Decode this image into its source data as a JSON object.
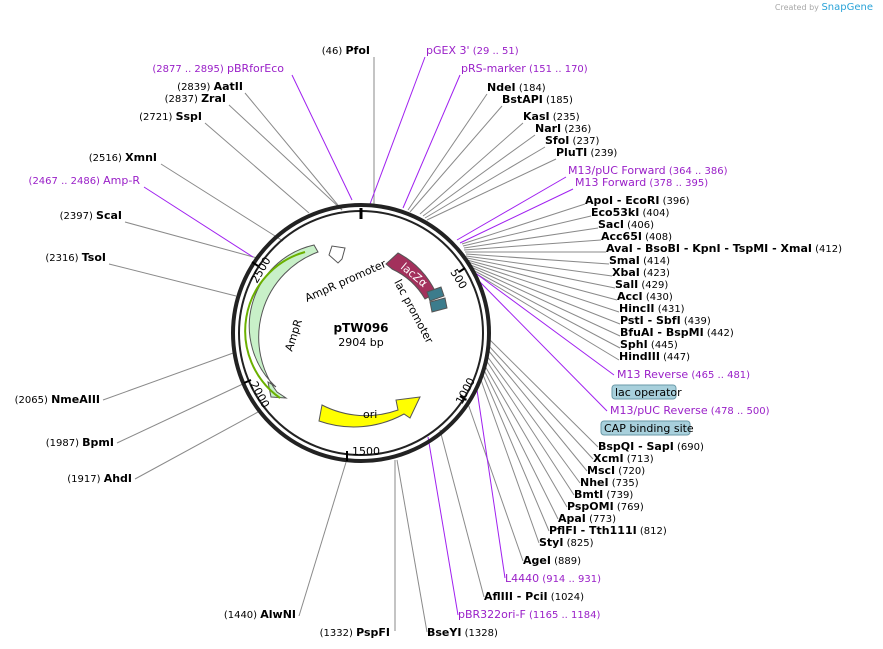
{
  "credit": {
    "prefix": "Created by",
    "brand": "SnapGene"
  },
  "plasmid": {
    "name": "pTW096",
    "length_label": "2904 bp"
  },
  "ticks": [
    "500",
    "1000",
    "1500",
    "2000",
    "2500"
  ],
  "features": [
    {
      "id": "lacza",
      "label": "lacZα",
      "color": "#a3315c"
    },
    {
      "id": "lacpromoter",
      "label": "lac promoter",
      "color": "#ffffff"
    },
    {
      "id": "ampr",
      "label": "AmpR",
      "color": "#c8f0c8"
    },
    {
      "id": "amprpromoter",
      "label": "AmpR promoter",
      "color": "#ffffff"
    },
    {
      "id": "ori",
      "label": "ori",
      "color": "#ffff00"
    }
  ],
  "boxed_labels": [
    {
      "id": "lac-operator",
      "text": "lac operator",
      "bg": "#a8d0dc"
    },
    {
      "id": "cap-binding-site",
      "text": "CAP binding site",
      "bg": "#a8d0dc"
    }
  ],
  "labels_left": [
    {
      "pos": "(46)",
      "name": "PfoI"
    },
    {
      "pos": "(2839)",
      "name": "AatII"
    },
    {
      "pos": "(2837)",
      "name": "ZraI"
    },
    {
      "pos": "(2721)",
      "name": "SspI"
    },
    {
      "pos": "(2516)",
      "name": "XmnI"
    },
    {
      "pos": "(2397)",
      "name": "ScaI"
    },
    {
      "pos": "(2316)",
      "name": "TsoI"
    },
    {
      "pos": "(2065)",
      "name": "NmeAIII"
    },
    {
      "pos": "(1987)",
      "name": "BpmI"
    },
    {
      "pos": "(1917)",
      "name": "AhdI"
    },
    {
      "pos": "(1440)",
      "name": "AlwNI"
    },
    {
      "pos": "(1332)",
      "name": "PspFI"
    }
  ],
  "labels_right": [
    {
      "name": "NdeI",
      "pos": "(184)"
    },
    {
      "name": "BstAPI",
      "pos": "(185)"
    },
    {
      "name": "KasI",
      "pos": "(235)"
    },
    {
      "name": "NarI",
      "pos": "(236)"
    },
    {
      "name": "SfoI",
      "pos": "(237)"
    },
    {
      "name": "PluTI",
      "pos": "(239)"
    },
    {
      "name": "ApoI   - EcoRI",
      "pos": "(396)"
    },
    {
      "name": "Eco53kI",
      "pos": "(404)"
    },
    {
      "name": "SacI",
      "pos": "(406)"
    },
    {
      "name": "Acc65I",
      "pos": "(408)"
    },
    {
      "name": "AvaI   - BsoBI   - KpnI   - TspMI   - XmaI",
      "pos": "(412)"
    },
    {
      "name": "SmaI",
      "pos": "(414)"
    },
    {
      "name": "XbaI",
      "pos": "(423)"
    },
    {
      "name": "SalI",
      "pos": "(429)"
    },
    {
      "name": "AccI",
      "pos": "(430)"
    },
    {
      "name": "HincII",
      "pos": "(431)"
    },
    {
      "name": "PstI   - SbfI",
      "pos": "(439)"
    },
    {
      "name": "BfuAI   - BspMI",
      "pos": "(442)"
    },
    {
      "name": "SphI",
      "pos": "(445)"
    },
    {
      "name": "HindIII",
      "pos": "(447)"
    },
    {
      "name": "BspQI   - SapI",
      "pos": "(690)"
    },
    {
      "name": "XcmI",
      "pos": "(713)"
    },
    {
      "name": "MscI",
      "pos": "(720)"
    },
    {
      "name": "NheI",
      "pos": "(735)"
    },
    {
      "name": "BmtI",
      "pos": "(739)"
    },
    {
      "name": "PspOMI",
      "pos": "(769)"
    },
    {
      "name": "ApaI",
      "pos": "(773)"
    },
    {
      "name": "PflFI   - Tth111I",
      "pos": "(812)"
    },
    {
      "name": "StyI",
      "pos": "(825)"
    },
    {
      "name": "AgeI",
      "pos": "(889)"
    },
    {
      "name": "AflIII   - PciI",
      "pos": "(1024)"
    },
    {
      "name": "BseYI",
      "pos": "(1328)"
    }
  ],
  "primers": [
    {
      "name": "pBRforEco",
      "pos": "(2877 .. 2895)"
    },
    {
      "name": "Amp-R",
      "pos": "(2467 .. 2486)"
    },
    {
      "name": "pGEX 3'",
      "pos": "(29 .. 51)"
    },
    {
      "name": "pRS-marker",
      "pos": "(151 .. 170)"
    },
    {
      "name": "M13/pUC Forward",
      "pos": "(364 .. 386)"
    },
    {
      "name": "M13 Forward",
      "pos": "(378 .. 395)"
    },
    {
      "name": "M13 Reverse",
      "pos": "(465 .. 481)"
    },
    {
      "name": "M13/pUC Reverse",
      "pos": "(478 .. 500)"
    },
    {
      "name": "L4440",
      "pos": "(914 .. 931)"
    },
    {
      "name": "pBR322ori-F",
      "pos": "(1165 .. 1184)"
    }
  ]
}
